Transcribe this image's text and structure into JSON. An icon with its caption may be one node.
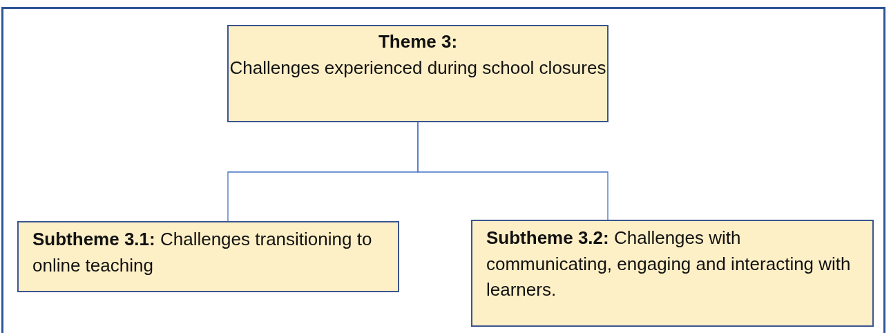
{
  "diagram": {
    "nodes": [
      {
        "text": [
          "Theme 3:",
          "Challenges experienced during school closures"
        ]
      },
      {
        "text": [
          "**Subtheme 3.1:** Challenges transitioning to online teaching"
        ]
      },
      {
        "text": [
          "**Subtheme 3.2:** Challenges with communicating, engaging and interacting with learners."
        ]
      }
    ],
    "edges": [
      {
        "from": 0,
        "to": 1,
        "arrow": "none"
      },
      {
        "from": 0,
        "to": 2,
        "arrow": "none"
      }
    ]
  }
}
